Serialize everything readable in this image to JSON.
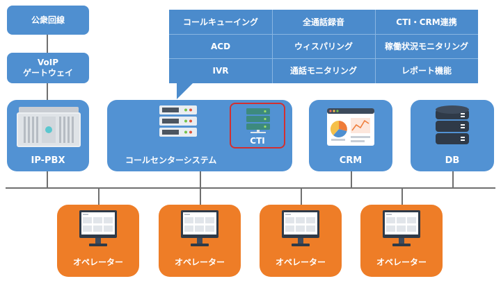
{
  "left_chain": {
    "top_box": "公衆回線",
    "voip_line1": "VoIP",
    "voip_line2": "ゲートウェイ"
  },
  "features": [
    [
      "コールキューイング",
      "全通話録音",
      "CTI・CRM連携"
    ],
    [
      "ACD",
      "ウィスパリング",
      "稼働状況モニタリング"
    ],
    [
      "IVR",
      "通話モニタリング",
      "レポート機能"
    ]
  ],
  "servers": {
    "ippbx": "IP-PBX",
    "callcenter": "コールセンターシステム",
    "cti": "CTI",
    "crm": "CRM",
    "db": "DB"
  },
  "operators": [
    "オペレーター",
    "オペレーター",
    "オペレーター",
    "オペレーター"
  ],
  "colors": {
    "blue": "#4f8fd0",
    "orange": "#ee7d27",
    "cti_highlight": "#d32f2f"
  }
}
